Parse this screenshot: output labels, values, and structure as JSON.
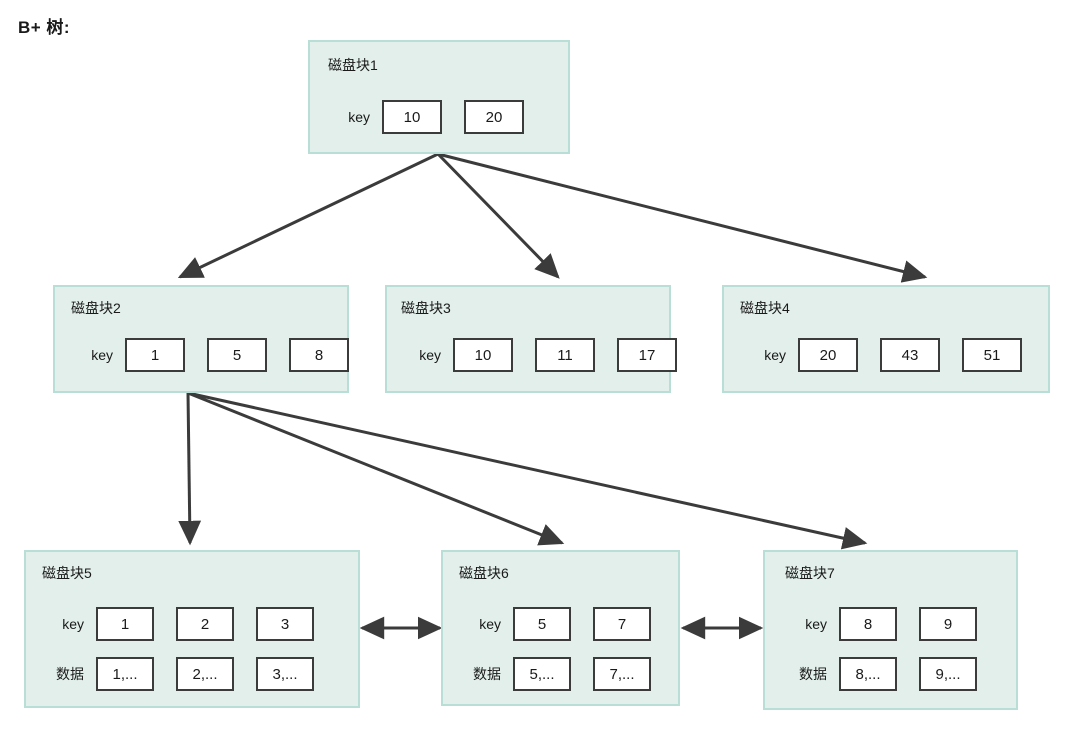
{
  "title": "B+ 树:",
  "labels": {
    "key_row": "key",
    "data_row": "数据"
  },
  "colors": {
    "node_fill": "#e2efeb",
    "node_border": "#b9ded6",
    "cell_fill": "#ffffff",
    "cell_border": "#3b3b3b",
    "edge": "#3b3b3b",
    "text": "#1a1a1a",
    "background": "#ffffff"
  },
  "nodes": [
    {
      "id": "node1",
      "name": "磁盘块1",
      "keys": [
        "10",
        "20"
      ],
      "data": []
    },
    {
      "id": "node2",
      "name": "磁盘块2",
      "keys": [
        "1",
        "5",
        "8"
      ],
      "data": []
    },
    {
      "id": "node3",
      "name": "磁盘块3",
      "keys": [
        "10",
        "11",
        "17"
      ],
      "data": []
    },
    {
      "id": "node4",
      "name": "磁盘块4",
      "keys": [
        "20",
        "43",
        "51"
      ],
      "data": []
    },
    {
      "id": "node5",
      "name": "磁盘块5",
      "keys": [
        "1",
        "2",
        "3"
      ],
      "data": [
        "1,...",
        "2,...",
        "3,..."
      ]
    },
    {
      "id": "node6",
      "name": "磁盘块6",
      "keys": [
        "5",
        "7"
      ],
      "data": [
        "5,...",
        "7,..."
      ]
    },
    {
      "id": "node7",
      "name": "磁盘块7",
      "keys": [
        "8",
        "9"
      ],
      "data": [
        "8,...",
        "9,..."
      ]
    }
  ],
  "edges": [
    {
      "from": "node1",
      "to": "node2",
      "type": "arrow"
    },
    {
      "from": "node1",
      "to": "node3",
      "type": "arrow"
    },
    {
      "from": "node1",
      "to": "node4",
      "type": "arrow"
    },
    {
      "from": "node2",
      "to": "node5",
      "type": "arrow"
    },
    {
      "from": "node2",
      "to": "node6",
      "type": "arrow"
    },
    {
      "from": "node2",
      "to": "node7",
      "type": "arrow"
    },
    {
      "from": "node5",
      "to": "node6",
      "type": "double-arrow"
    },
    {
      "from": "node6",
      "to": "node7",
      "type": "double-arrow"
    }
  ]
}
